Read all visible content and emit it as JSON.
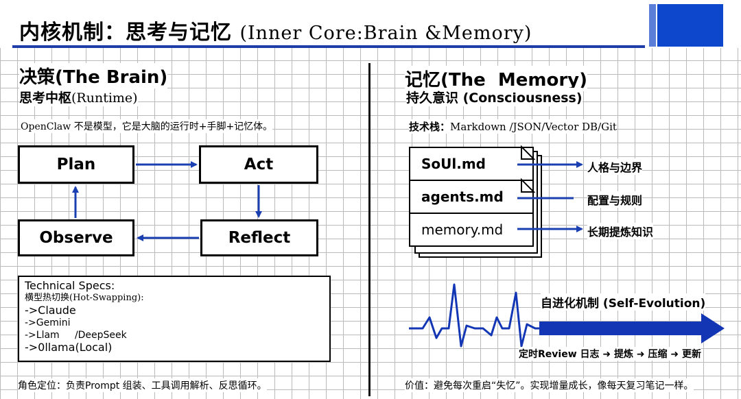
{
  "title": {
    "zh": "内核机制：思考与记忆",
    "en": "(Inner   Core:Brain   &Memory)"
  },
  "left": {
    "heading": "决策(The Brain)",
    "subheading_zh": "思考中枢",
    "subheading_en": "(Runtime)",
    "intro_en": "OpenClaw",
    "intro_zh": "不是模型，它是大脑的运行时+手脚+记忆体。",
    "flow": {
      "plan": "Plan",
      "act": "Act",
      "reflect": "Reflect",
      "observe": "Observe"
    },
    "specs": {
      "title": "Technical  Specs:",
      "hot_swap_zh": "横型热切换",
      "hot_swap_en": "(Hot-Swapping):",
      "items": [
        "->Claude",
        "->Gemini",
        "->Llam     /DeepSeek",
        "->0llama(Local)"
      ]
    },
    "role_note": "角色定位：负责Prompt 组装、工具调用解析、反思循环。"
  },
  "right": {
    "heading": "记忆(The  Memory)",
    "subheading": "持久意识 (Consciousness)",
    "tech_stack_label": "技术栈：",
    "tech_stack_value": "Markdown /JSON/Vector DB/Git",
    "files": [
      {
        "name": "SoUl.md",
        "label": "人格与边界"
      },
      {
        "name": "agents.md",
        "label": "配置与规则"
      },
      {
        "name": "memory.md",
        "label": "长期提炼知识"
      }
    ],
    "evolution": {
      "title": "自进化机制 (Self-Evolution)",
      "steps": "定时Review 日志 ➜ 提炼 ➜ 压缩 ➜ 更新"
    },
    "value_note": "价值：避免每次重启“失忆”。实现增量成长，像每天复习笔记一样。"
  },
  "colors": {
    "accent_blue": "#1f3da8",
    "arrow_blue": "#1a3fb0",
    "corner_blue": "#0d47cc",
    "evolution_arrow": "#1336b5"
  }
}
